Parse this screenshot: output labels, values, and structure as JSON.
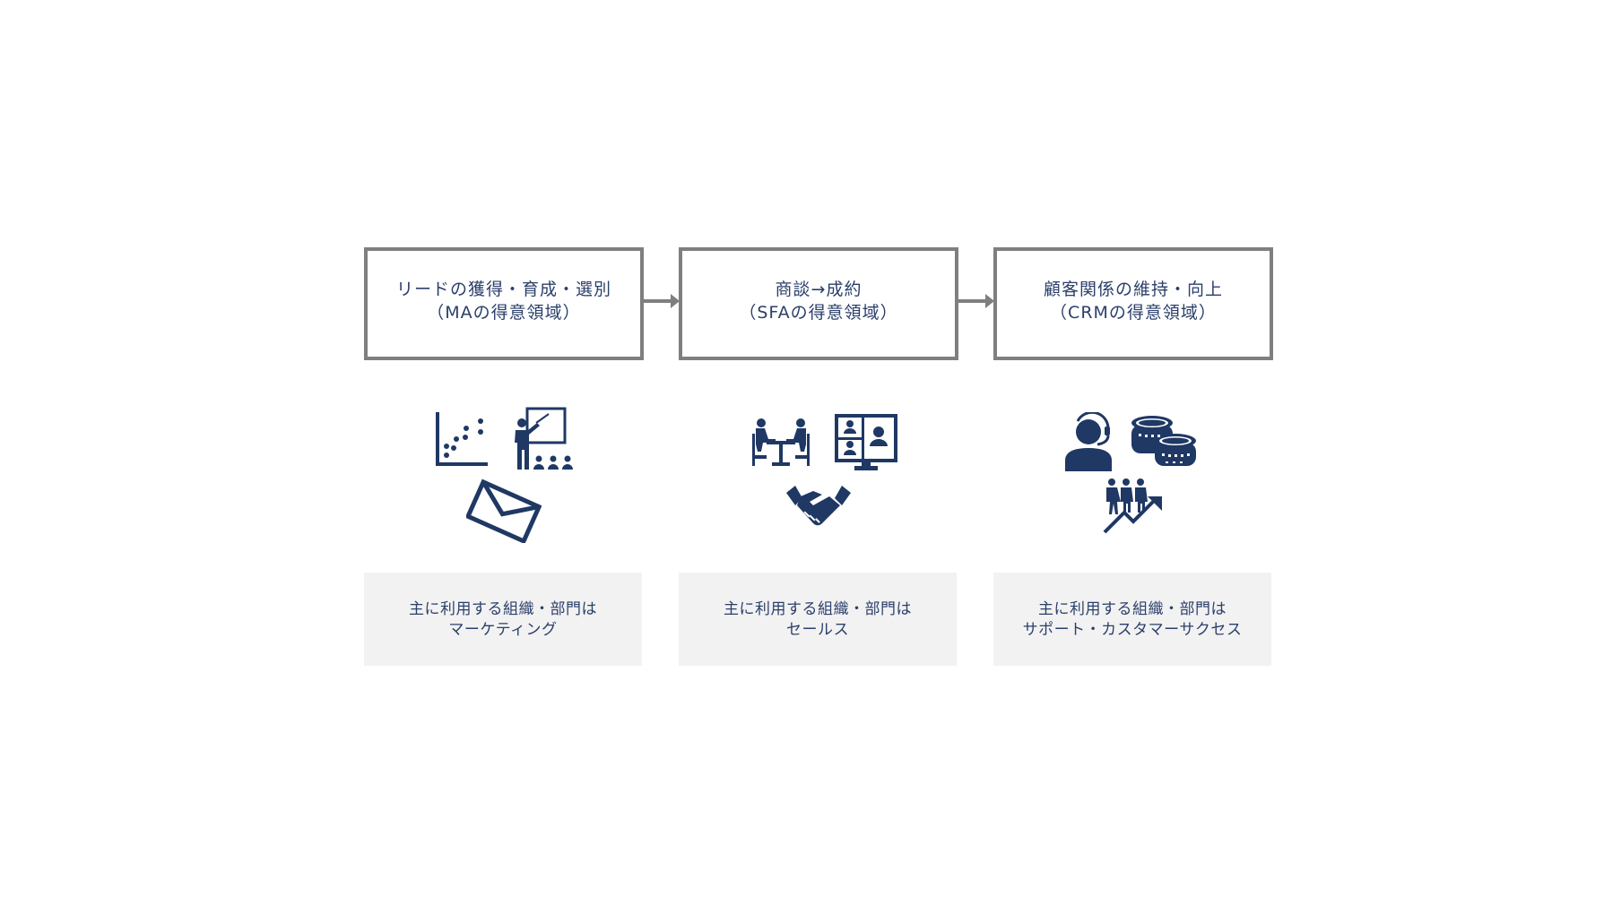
{
  "stages": [
    {
      "title_line1": "リードの獲得・育成・選別",
      "title_line2": "（MAの得意領域）",
      "user_line1": "主に利用する組織・部門は",
      "user_line2": "マーケティング",
      "icons": [
        "scatter-chart-icon",
        "presentation-icon",
        "envelope-icon"
      ]
    },
    {
      "title_line1": "商談→成約",
      "title_line2": "（SFAの得意領域）",
      "user_line1": "主に利用する組織・部門は",
      "user_line2": "セールス",
      "icons": [
        "meeting-icon",
        "video-conference-icon",
        "handshake-icon"
      ]
    },
    {
      "title_line1": "顧客関係の維持・向上",
      "title_line2": "（CRMの得意領域）",
      "user_line1": "主に利用する組織・部門は",
      "user_line2": "サポート・カスタマーサクセス",
      "icons": [
        "support-agent-icon",
        "coins-icon",
        "customer-growth-icon"
      ]
    }
  ],
  "colors": {
    "text": "#2b3f6b",
    "icon": "#1f3864",
    "border": "#7f7f7f",
    "panel": "#f2f2f2"
  }
}
